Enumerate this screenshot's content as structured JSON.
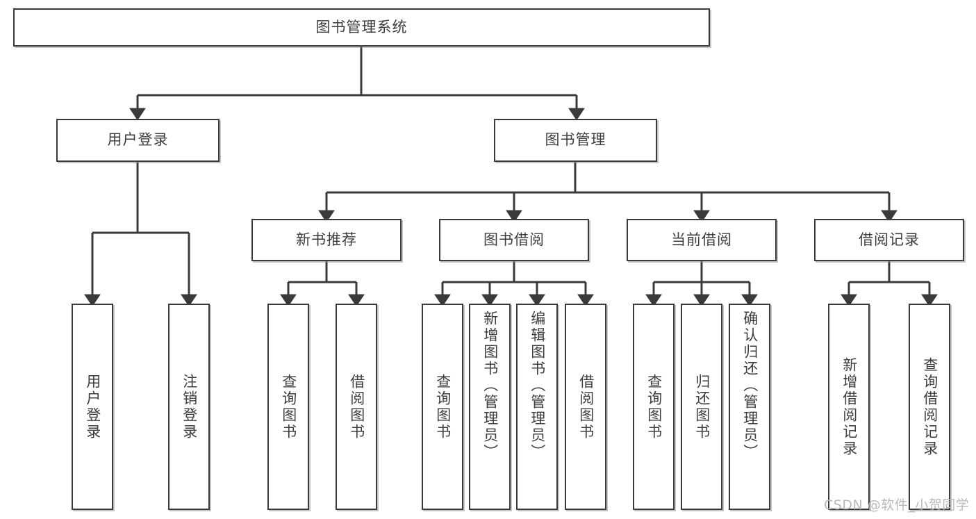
{
  "diagram": {
    "type": "tree-hierarchy",
    "title": "图书管理系统",
    "root": {
      "label": "图书管理系统"
    },
    "level1": [
      {
        "id": "user-login",
        "label": "用户登录"
      },
      {
        "id": "book-manage",
        "label": "图书管理"
      }
    ],
    "level2": [
      {
        "id": "new-book-recommend",
        "label": "新书推荐"
      },
      {
        "id": "book-borrow",
        "label": "图书借阅"
      },
      {
        "id": "current-borrow",
        "label": "当前借阅"
      },
      {
        "id": "borrow-record",
        "label": "借阅记录"
      }
    ],
    "leaves": {
      "user_login": [
        {
          "id": "leaf-user-login",
          "label": "用户登录"
        },
        {
          "id": "leaf-logout-login",
          "label": "注销登录"
        }
      ],
      "new_book_recommend": [
        {
          "id": "leaf-query-book-1",
          "label": "查询图书"
        },
        {
          "id": "leaf-borrow-book-1",
          "label": "借阅图书"
        }
      ],
      "book_borrow": [
        {
          "id": "leaf-query-book-2",
          "label": "查询图书"
        },
        {
          "id": "leaf-add-book",
          "label": "新增图书（管理员）"
        },
        {
          "id": "leaf-edit-book",
          "label": "编辑图书（管理员）"
        },
        {
          "id": "leaf-borrow-book-2",
          "label": "借阅图书"
        }
      ],
      "current_borrow": [
        {
          "id": "leaf-query-book-3",
          "label": "查询图书"
        },
        {
          "id": "leaf-return-book",
          "label": "归还图书"
        },
        {
          "id": "leaf-confirm-return",
          "label": "确认归还（管理员）"
        }
      ],
      "borrow_record": [
        {
          "id": "leaf-add-record",
          "label": "新增借阅记录"
        },
        {
          "id": "leaf-query-record",
          "label": "查询借阅记录"
        }
      ]
    },
    "colors": {
      "box_border": "#3a3a3a",
      "box_fill": "#ffffff",
      "text": "#3d3d3d",
      "connector": "#3a3a3a",
      "watermark": "#b9b9b9",
      "background": "#ffffff"
    }
  },
  "watermark": {
    "text": "CSDN @软件_小贺同学"
  }
}
